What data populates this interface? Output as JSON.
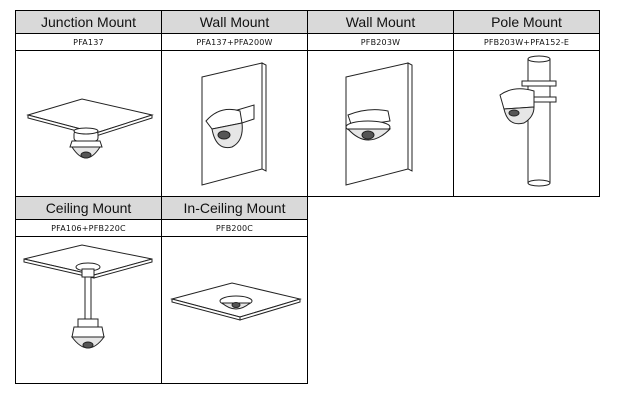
{
  "mounts": [
    {
      "title": "Junction Mount",
      "model": "PFA137",
      "icon": "junction-mount-illustration"
    },
    {
      "title": "Wall Mount",
      "model": "PFA137+PFA200W",
      "icon": "wall-mount-illustration"
    },
    {
      "title": "Wall Mount",
      "model": "PFB203W",
      "icon": "wall-mount-illustration"
    },
    {
      "title": "Pole Mount",
      "model": "PFB203W+PFA152-E",
      "icon": "pole-mount-illustration"
    },
    {
      "title": "Ceiling Mount",
      "model": "PFA106+PFB220C",
      "icon": "ceiling-mount-illustration"
    },
    {
      "title": "In-Ceiling Mount",
      "model": "PFB200C",
      "icon": "in-ceiling-mount-illustration"
    }
  ]
}
